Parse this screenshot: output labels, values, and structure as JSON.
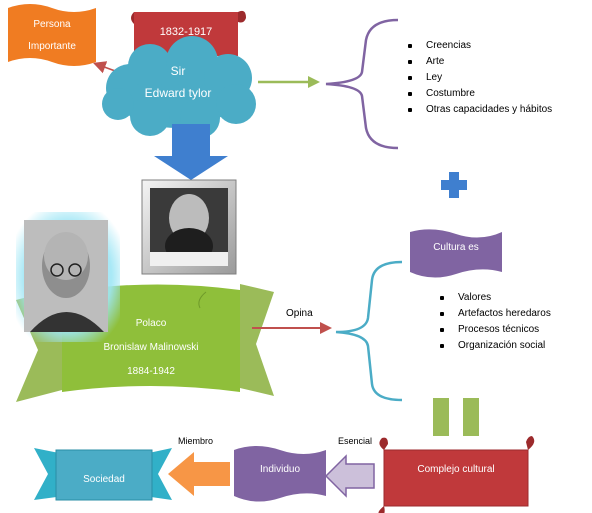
{
  "persona": {
    "line1": "Persona",
    "line2": "Importante"
  },
  "dates_tylor": "1832-1917",
  "tylor": {
    "line1": "Sir",
    "line2": "Edward tylor"
  },
  "tylor_list": [
    "Creencias",
    "Arte",
    "Ley",
    "Costumbre",
    "Otras capacidades y hábitos"
  ],
  "cultura_es": "Cultura es",
  "malinowski": {
    "origin": "Polaco",
    "name": "Bronislaw Malinowski",
    "dates": "1884-1942"
  },
  "opina": "Opina",
  "cultura_list": [
    "Valores",
    "Artefactos heredaros",
    "Procesos técnicos",
    "Organización social"
  ],
  "complejo": "Complejo cultural",
  "esencial": "Esencial",
  "individuo": "Individuo",
  "miembro": "Miembro",
  "sociedad": "Sociedad",
  "colors": {
    "orange": "#f07c22",
    "red": "#c0393b",
    "cloud": "#4bacc6",
    "blue": "#3f7fcf",
    "green": "#8fbf3a",
    "purple": "#8064a2",
    "arrow_green": "#9bbb59",
    "arrow_red": "#c0504d",
    "brace_purple": "#8064a2",
    "brace_teal": "#4bacc6",
    "teal_banner": "#31b0c8"
  }
}
